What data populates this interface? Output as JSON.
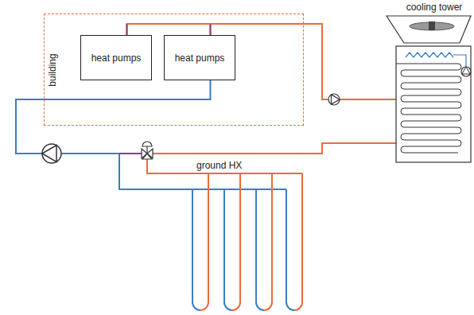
{
  "diagram": {
    "nodes": [
      {
        "text": [
          "building"
        ]
      },
      {
        "text": [
          "heat pumps"
        ],
        "in": 0
      },
      {
        "text": [
          "heat pumps"
        ],
        "in": 0
      },
      {
        "text": [
          "cooling tower"
        ]
      }
    ],
    "edges": [
      {
        "from": 1,
        "to": 3,
        "arrow": "none"
      },
      {
        "from": 2,
        "to": 3,
        "arrow": "none"
      },
      {
        "from": 3,
        "to": 2,
        "arrow": "none"
      }
    ],
    "labels": [
      "ground HX"
    ]
  }
}
